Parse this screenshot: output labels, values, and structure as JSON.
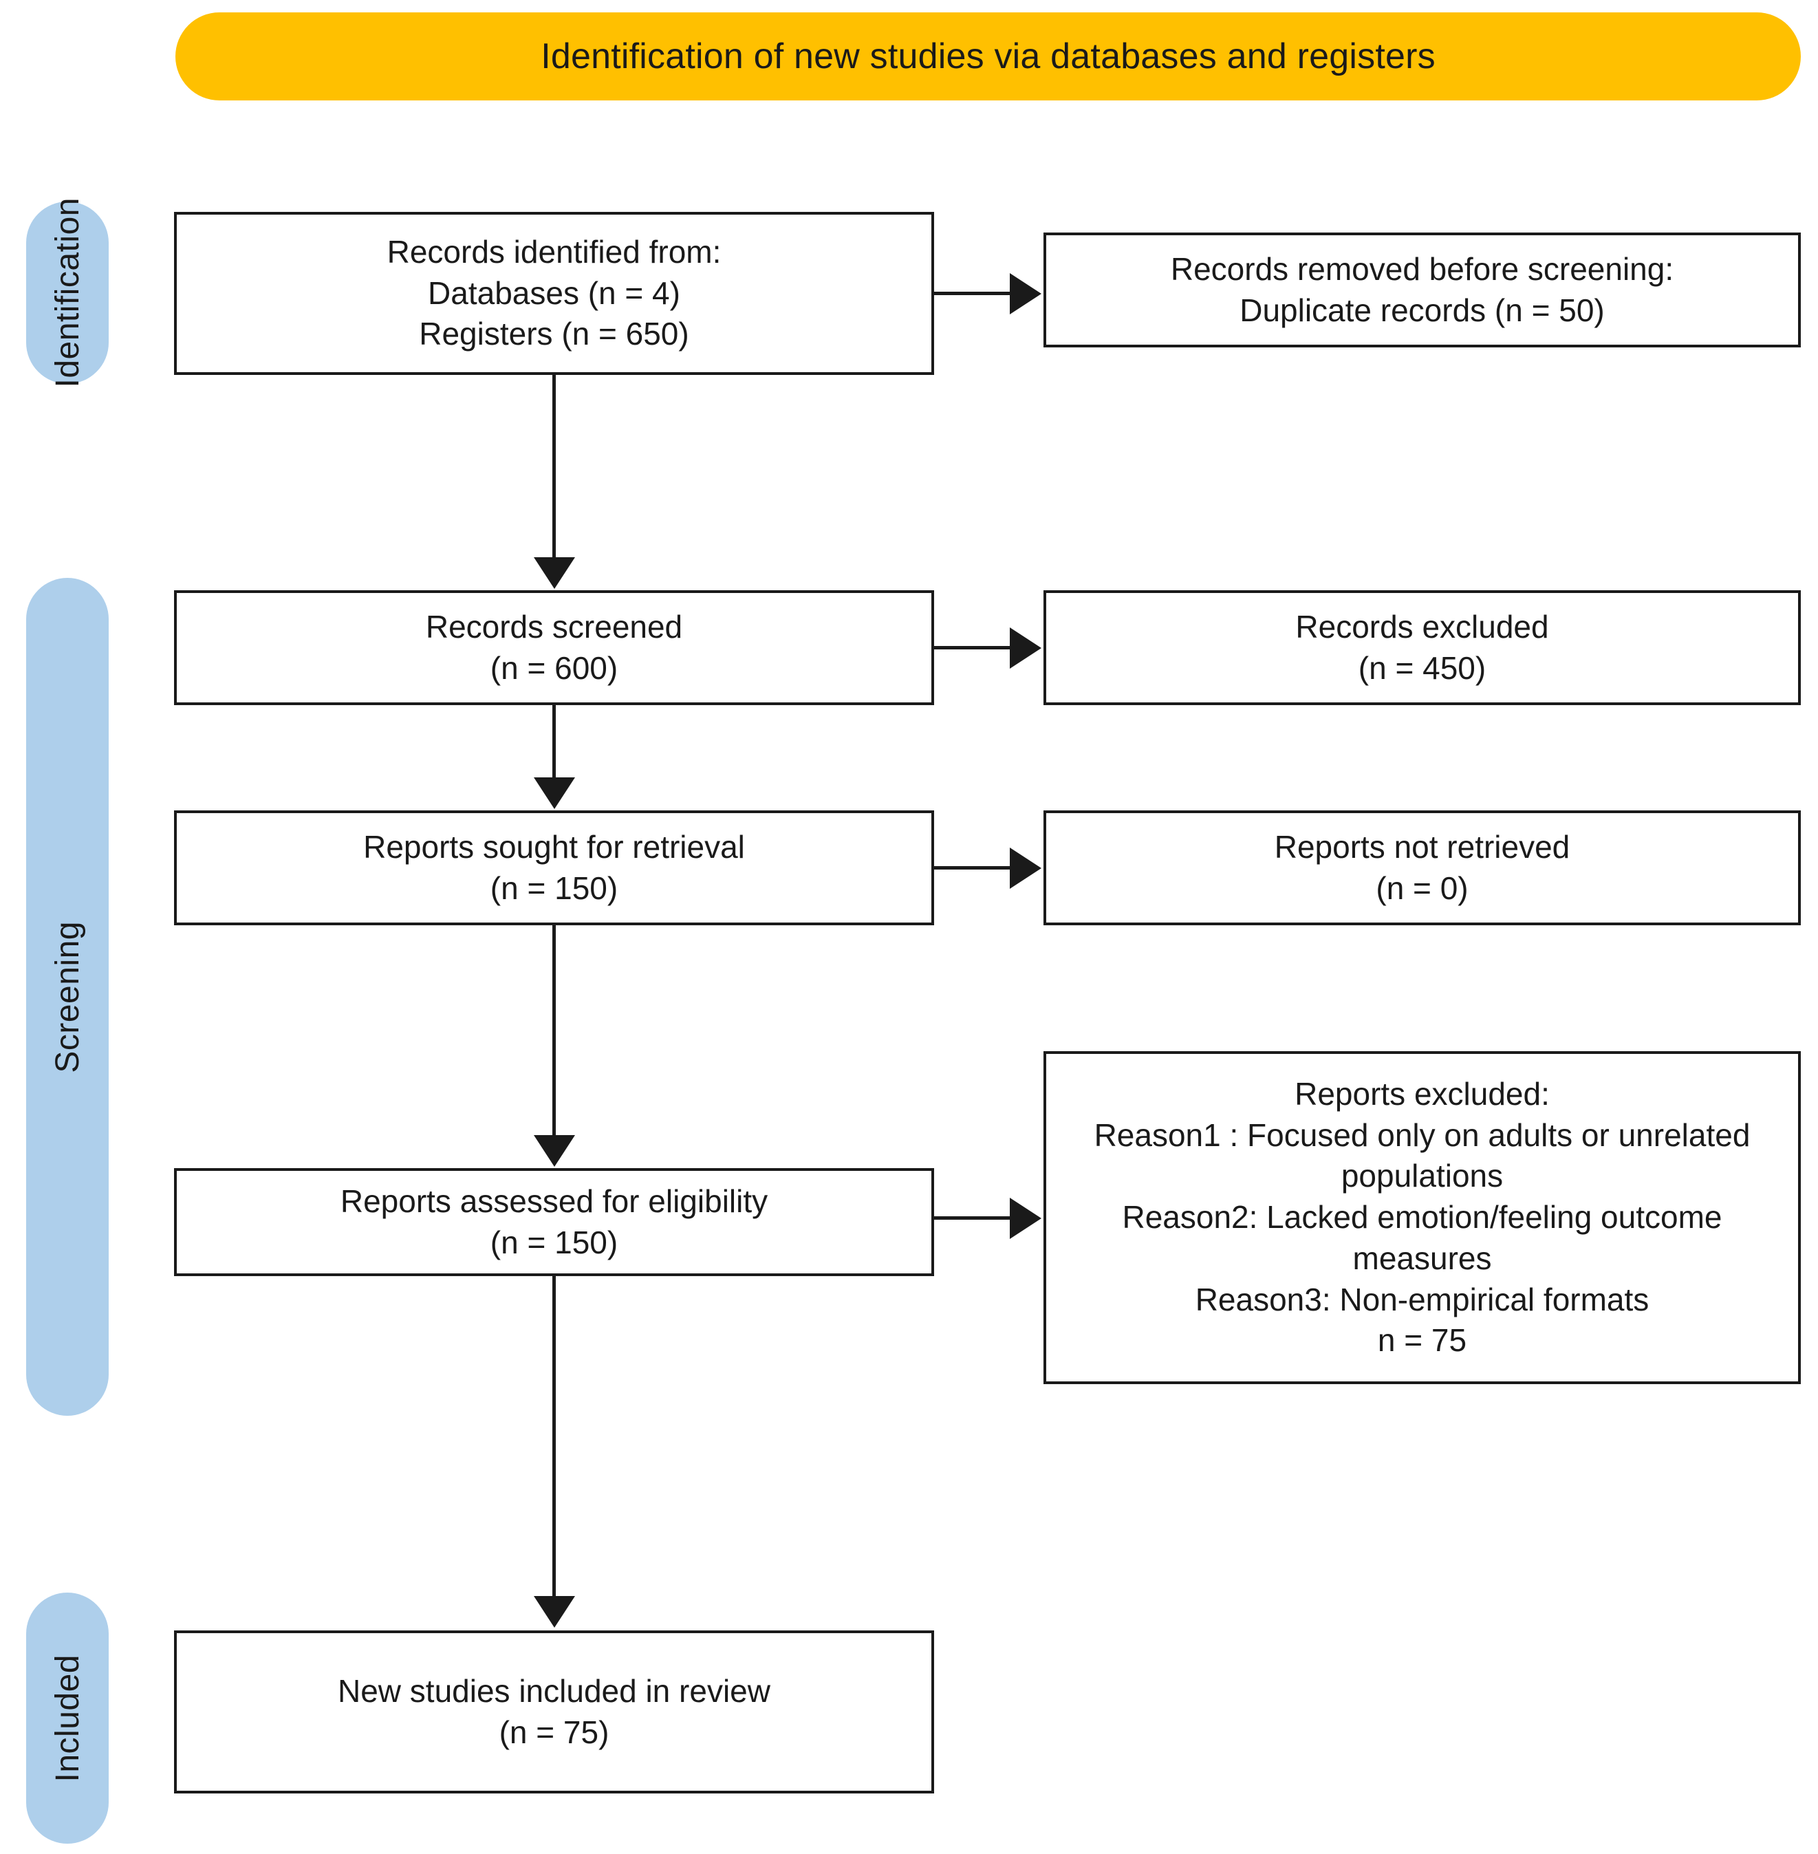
{
  "banner": {
    "title": "Identification of new studies via databases and registers",
    "color": "#FFC000"
  },
  "stages": {
    "color": "#AECFEB",
    "identification": "Identification",
    "screening": "Screening",
    "included": "Included"
  },
  "boxes": {
    "identified": {
      "line1": "Records identified from:",
      "line2": "Databases (n = 4)",
      "line3": "Registers (n = 650)"
    },
    "removed": {
      "line1": "Records removed before screening:",
      "line2": "Duplicate records (n = 50)"
    },
    "screened": {
      "line1": "Records screened",
      "line2": "(n = 600)"
    },
    "records_excluded": {
      "line1": "Records excluded",
      "line2": "(n = 450)"
    },
    "sought": {
      "line1": "Reports sought for retrieval",
      "line2": "(n = 150)"
    },
    "not_retrieved": {
      "line1": "Reports not retrieved",
      "line2": "(n = 0)"
    },
    "eligibility": {
      "line1": "Reports assessed for eligibility",
      "line2": "(n = 150)"
    },
    "reports_excluded": {
      "line1": "Reports excluded:",
      "line2": "Reason1 : Focused only on adults or unrelated populations",
      "line3": "Reason2: Lacked emotion/feeling outcome measures",
      "line4": "Reason3: Non-empirical formats",
      "line5": "n = 75"
    },
    "new_included": {
      "line1": "New studies included in review",
      "line2": "(n = 75)"
    }
  },
  "counts": {
    "databases": 4,
    "registers": 650,
    "duplicates_removed": 50,
    "records_screened": 600,
    "records_excluded": 450,
    "reports_sought": 150,
    "reports_not_retrieved": 0,
    "reports_assessed": 150,
    "reports_excluded": 75,
    "new_studies_included": 75
  }
}
